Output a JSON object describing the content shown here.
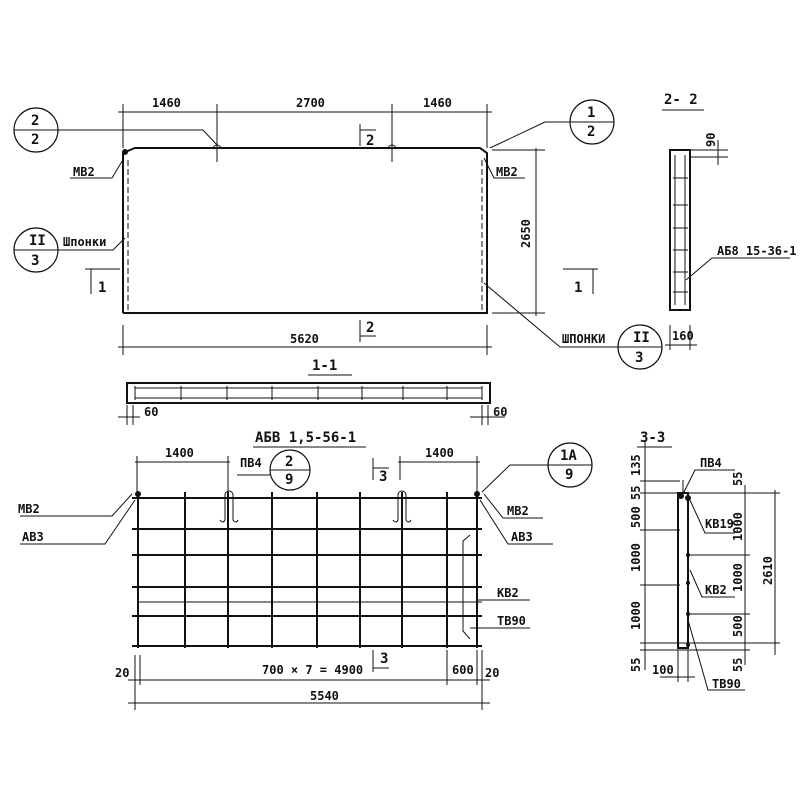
{
  "plan": {
    "dims_top": [
      "1460",
      "2700",
      "1460"
    ],
    "height": "2650",
    "length": "5620",
    "labels": {
      "mb2_left": "МВ2",
      "mb2_right": "МВ2",
      "shponki_left": "Шпонки",
      "shponki_right": "ШПОНКИ"
    },
    "bubbles": [
      {
        "top": "2",
        "bottom": "2"
      },
      {
        "top": "1",
        "bottom": "2"
      },
      {
        "top": "II",
        "bottom": "3"
      },
      {
        "top": "II",
        "bottom": "3"
      }
    ],
    "section_marks": {
      "s2_top": "2",
      "s2_bottom": "2",
      "s1_left": "1",
      "s1_right": "1"
    }
  },
  "section_1_1": {
    "title": "1-1",
    "dim_left": "60",
    "dim_right": "60"
  },
  "section_2_2": {
    "title": "2- 2",
    "dim_top": "90",
    "dim_width": "160",
    "label": "АБ8 15-36-1"
  },
  "mesh": {
    "title": "АБВ 1,5-56-1",
    "dim_left": "1400",
    "dim_right": "1400",
    "pv4": "ПВ4",
    "bubble_mid": {
      "top": "2",
      "bottom": "9"
    },
    "bubble_right": {
      "top": "1А",
      "bottom": "9"
    },
    "labels": {
      "mb2_left": "МВ2",
      "av3_left": "АВ3",
      "mb2_right": "МВ2",
      "av3_right": "АВ3",
      "kv2": "КВ2",
      "tv90": "ТВ90"
    },
    "section_mark_top": "3",
    "section_mark_bottom": "3",
    "dims_bottom": {
      "left": "20",
      "middle": "700 × 7 = 4900",
      "right600": "600",
      "right": "20",
      "total": "5540"
    }
  },
  "section_3_3": {
    "title": "3-3",
    "pv4": "ПВ4",
    "kv19": "КВ19",
    "kv2": "КВ2",
    "tv90": "ТВ90",
    "dims_left": [
      "135",
      "55",
      "500",
      "1000",
      "1000",
      "55"
    ],
    "dims_right": [
      "55",
      "1000",
      "1000",
      "500",
      "55"
    ],
    "total": "2610",
    "width": "100"
  }
}
